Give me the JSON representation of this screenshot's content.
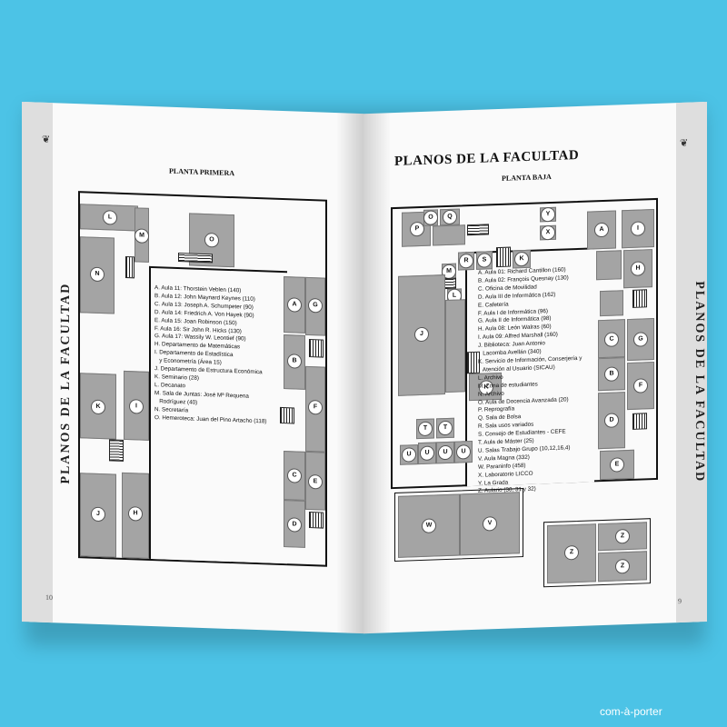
{
  "left_page": {
    "side_title": "PLANOS DE LA FACULTAD",
    "subtitle": "PLANTA PRIMERA",
    "page_number": "10",
    "legend": [
      "A. Aula 11: Thorstein Veblen (140)",
      "B. Aula 12: John Maynard Keynes (110)",
      "C. Aula 13: Joseph A. Schumpeter (90)",
      "D. Aula 14: Friedrich A. Von Hayek (90)",
      "E. Aula 15: Joan Robinson (150)",
      "F. Aula 16: Sir John R. Hicks (130)",
      "G. Aula 17: Wassily W. Leontief (90)",
      "H. Departamento de Matemáticas",
      "I. Departamento de Estadística",
      "   y Econometría (Área 15)",
      "J. Departamento de Estructura Económica",
      "K. Seminario (28)",
      "L. Decanato",
      "M. Sala de Juntas: José Mª Requena",
      "   Rodríguez (40)",
      "N. Secretaría",
      "O. Hemeroteca: Juan del Pino Artacho (118)"
    ],
    "rooms": {
      "L": "L",
      "M": "M",
      "O": "O",
      "N": "N",
      "A": "A",
      "G": "G",
      "B": "B",
      "F": "F",
      "K": "K",
      "I": "I",
      "C": "C",
      "E": "E",
      "D": "D",
      "J": "J",
      "H": "H"
    }
  },
  "right_page": {
    "title": "PLANOS DE LA FACULTAD",
    "subtitle": "PLANTA BAJA",
    "side_title": "PLANOS DE LA FACULTAD",
    "page_number": "9",
    "legend": [
      "A. Aula 01: Richard Cantillon (160)",
      "B. Aula 02: François Quesnay (130)",
      "C. Oficina de Movilidad",
      "D. Aula III de Informática (162)",
      "E. Cafetería",
      "F. Aula I de Informática (96)",
      "G. Aula II de Informática (98)",
      "H. Aula 08: León Walras (60)",
      "I. Aula 09: Alfred Marshall (160)",
      "J. Biblioteca: Juan Antonio",
      "   Lacomba Avellán (340)",
      "K. Servicio de Información, Conserjería y",
      "   Atención al Usuario (SICAU)",
      "L. Archivo",
      "M. Zona de estudiantes",
      "N. Archivo",
      "O. Aula de Docencia Avanzada (20)",
      "P. Reprografía",
      "Q. Sala de Bolsa",
      "R. Sala usos variados",
      "S. Consejo de Estudiantes - CEFE",
      "T. Aula de Máster (25)",
      "U. Salas Trabajo Grupo (10,12,16,4)",
      "V. Aula Magna (332)",
      "W. Paraninfo (458)",
      "X. Laboratorio LICCO",
      "Y. La Grada",
      "Z. Aulario (30, 31 y 32)"
    ],
    "rooms": {
      "P": "P",
      "O": "O",
      "Q": "Q",
      "Y": "Y",
      "X": "X",
      "A": "A",
      "I": "I",
      "R": "R",
      "S": "S",
      "K": "K",
      "M": "M",
      "L": "L",
      "N": "N",
      "J": "J",
      "H": "H",
      "C": "C",
      "G": "G",
      "B": "B",
      "F": "F",
      "D": "D",
      "E": "E",
      "T": "T",
      "U1": "U",
      "U2": "U",
      "U3": "U",
      "U4": "U",
      "W": "W",
      "V": "V",
      "Z1": "Z",
      "Z2": "Z",
      "Z3": "Z"
    }
  },
  "watermark": "com-à-porter"
}
